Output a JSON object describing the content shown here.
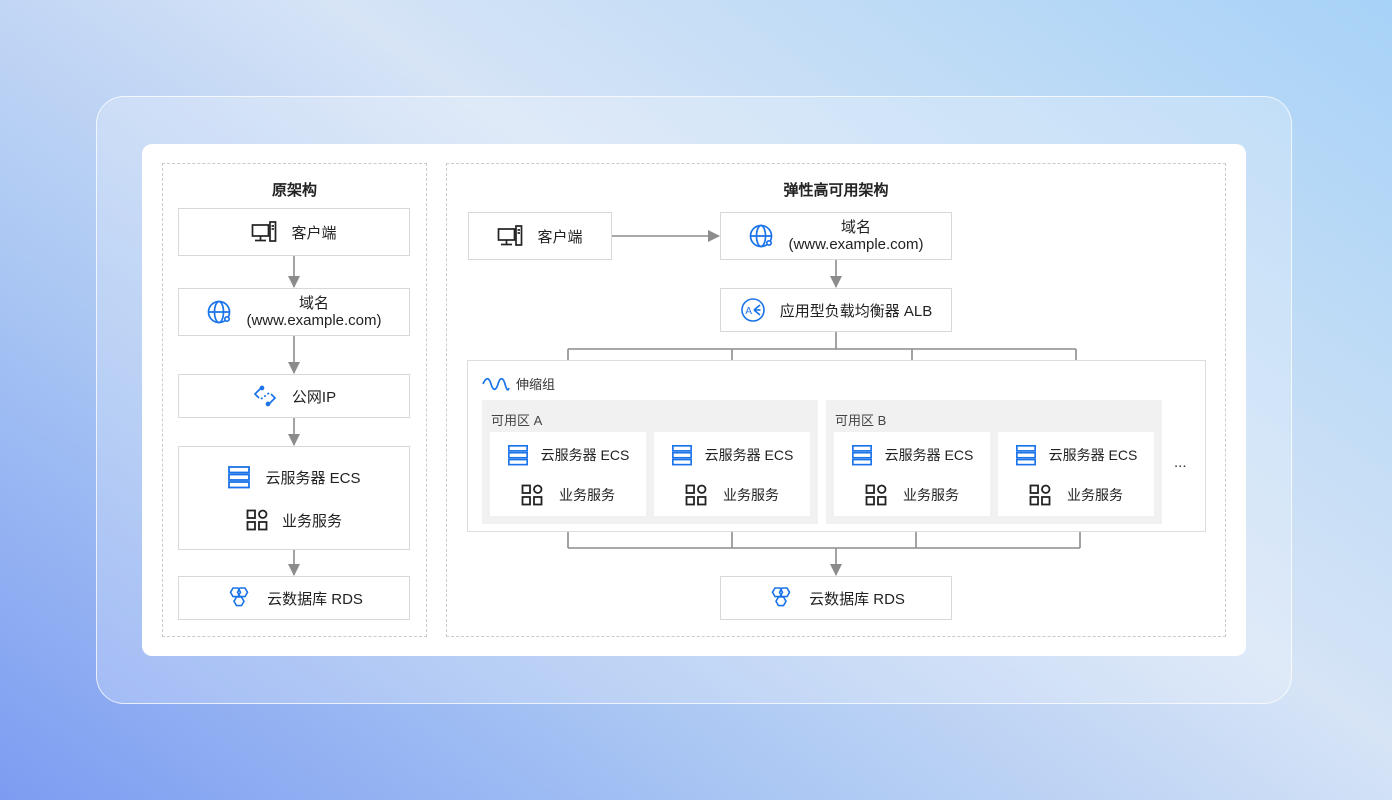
{
  "colors": {
    "accent": "#1a73e8",
    "line": "#8c8c8c",
    "text": "#222222"
  },
  "left": {
    "title": "原架构",
    "client": {
      "label": "客户端",
      "icon": "client-terminal-icon"
    },
    "domain": {
      "line1": "域名",
      "line2": "(www.example.com)",
      "icon": "globe-icon"
    },
    "public_ip": {
      "label": "公网IP",
      "icon": "public-ip-icon"
    },
    "ecs": {
      "label": "云服务器 ECS",
      "icon": "server-icon"
    },
    "service": {
      "label": "业务服务",
      "icon": "apps-grid-icon"
    },
    "rds": {
      "label": "云数据库 RDS",
      "icon": "database-hexagon-icon"
    }
  },
  "right": {
    "title": "弹性高可用架构",
    "client": {
      "label": "客户端",
      "icon": "client-terminal-icon"
    },
    "domain": {
      "line1": "域名",
      "line2": "(www.example.com)",
      "icon": "globe-icon"
    },
    "alb": {
      "label": "应用型负载均衡器 ALB",
      "icon": "load-balancer-icon"
    },
    "scaling_group": {
      "label": "伸缩组",
      "icon": "scaling-wave-icon"
    },
    "zones": [
      {
        "label": "可用区  A",
        "cards": [
          {
            "ecs": "云服务器 ECS",
            "service": "业务服务"
          },
          {
            "ecs": "云服务器 ECS",
            "service": "业务服务"
          }
        ]
      },
      {
        "label": "可用区  B",
        "cards": [
          {
            "ecs": "云服务器 ECS",
            "service": "业务服务"
          },
          {
            "ecs": "云服务器 ECS",
            "service": "业务服务"
          }
        ]
      }
    ],
    "ellipsis": "...",
    "rds": {
      "label": "云数据库 RDS",
      "icon": "database-hexagon-icon"
    }
  }
}
